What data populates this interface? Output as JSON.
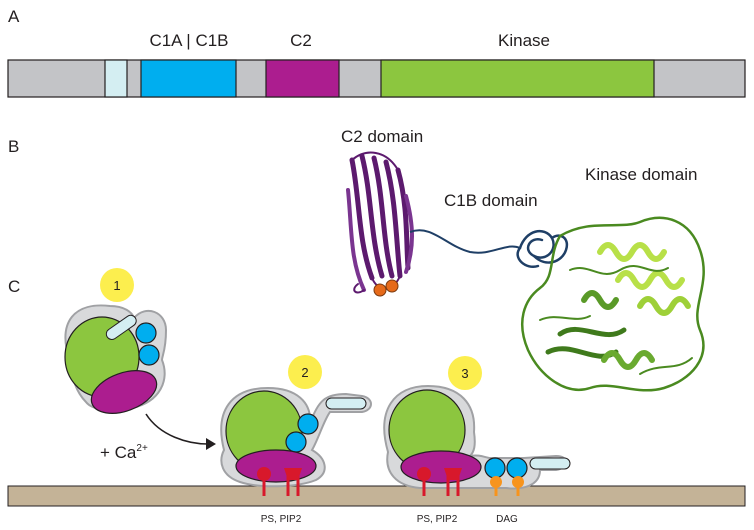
{
  "panels": {
    "a": "A",
    "b": "B",
    "c": "C"
  },
  "domain_bar": {
    "labels": {
      "c1": "C1A | C1B",
      "c2": "C2",
      "kinase": "Kinase"
    },
    "colors": {
      "regulatory": "#c3c4c7",
      "pseudo": "#d4eef2",
      "c1": "#00aeef",
      "c2": "#ac1d8f",
      "kinase": "#8cc63f",
      "outline": "#231f20"
    }
  },
  "structure_labels": {
    "c2": "C2 domain",
    "c1b": "C1B domain",
    "kinase": "Kinase domain"
  },
  "structure_colors": {
    "c2": "#5c1a6e",
    "c1b": "#1f3f66",
    "kinase": "#5a9a28",
    "kinase_light": "#b8e048",
    "calcium": "#e66a1a"
  },
  "steps": [
    "1",
    "2",
    "3"
  ],
  "step_color": "#fcee4e",
  "transition_label": {
    "text": "+ Ca",
    "superscript": "2+"
  },
  "lipid_labels": {
    "ps_pip2_step2": "PS, PIP2",
    "ps_pip2_step3": "PS, PIP2",
    "dag": "DAG"
  },
  "lipid_colors": {
    "ps_pip2": "#d8182b",
    "dag": "#f7941d",
    "membrane": "#c4b397"
  }
}
